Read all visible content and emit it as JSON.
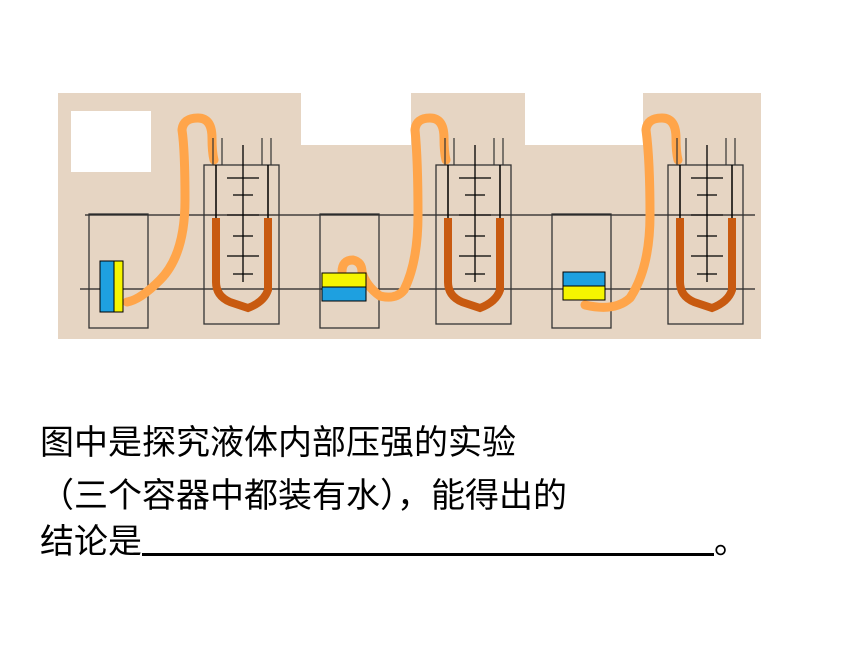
{
  "question": {
    "line1": "图中是探究液体内部压强的实验",
    "line2": "（三个容器中都装有水），能得出的",
    "line3_prefix": "结论是",
    "line3_suffix": "。"
  },
  "colors": {
    "panel_background": "#e6d5c3",
    "tube_orange": "#ffa54a",
    "liquid_brown": "#c85a10",
    "probe_blue": "#1ea0e0",
    "probe_yellow": "#f5f500"
  },
  "probe_orientations": [
    "vertical-side",
    "horizontal-up",
    "horizontal-down"
  ]
}
